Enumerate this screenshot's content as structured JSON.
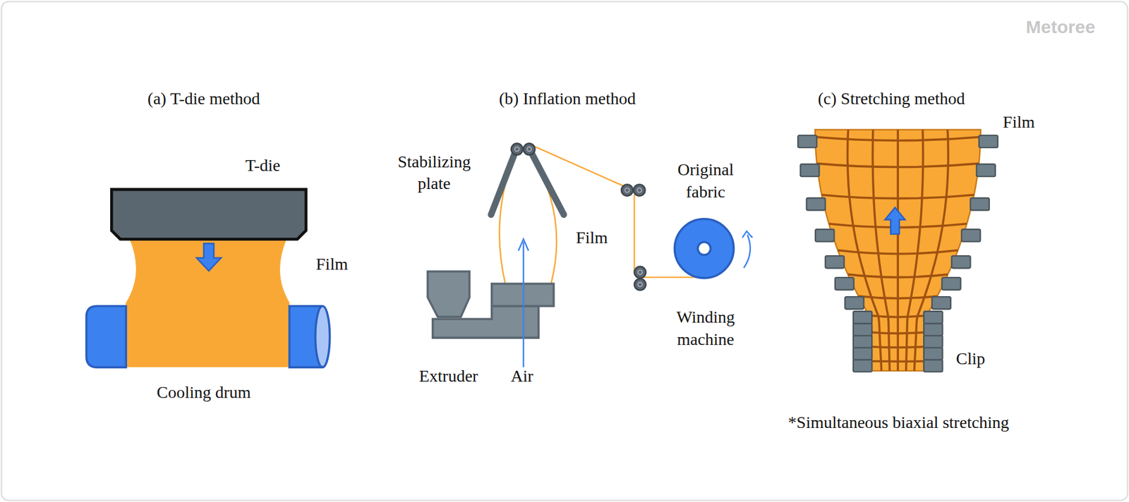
{
  "diagram": {
    "labels": [
      "(a) T-die method",
      "T-die",
      "Film",
      "Cooling drum",
      "(b) Inflation method",
      "Stabilizing plate",
      "Film",
      "Original fabric",
      "Extruder",
      "Air",
      "Winding machine",
      "(c) Stretching method",
      "Film",
      "Clip",
      "*Simultaneous biaxial stretching",
      "Metoree"
    ]
  }
}
